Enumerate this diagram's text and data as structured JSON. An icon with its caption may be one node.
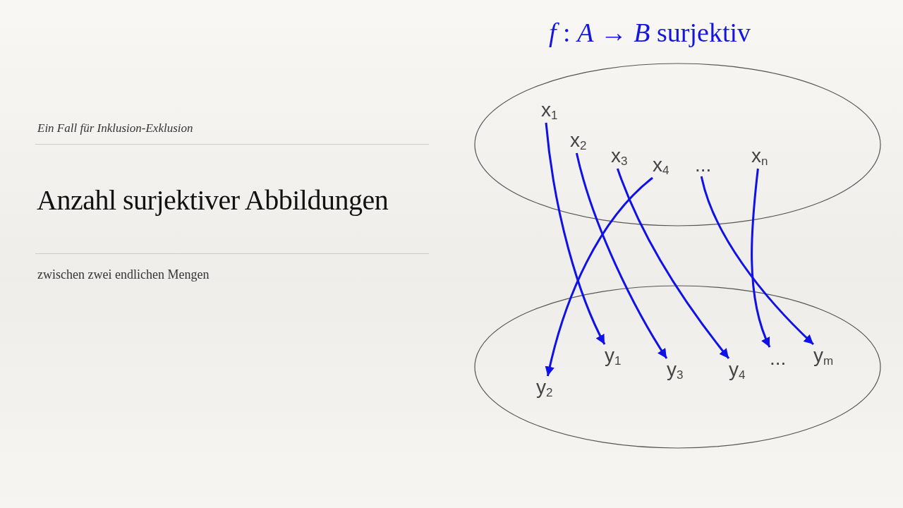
{
  "diagram": {
    "title": "Anzahl surjektiver Abbildungen",
    "nodes": [
      {
        "text": [],
        "shape": "ellipse"
      },
      {
        "text": [
          "x$_{1}$"
        ],
        "in": 0
      },
      {
        "text": [
          "x$_{2}$"
        ],
        "in": 0
      },
      {
        "text": [
          "x$_{3}$"
        ],
        "in": 0
      },
      {
        "text": [
          "x$_{4}$"
        ],
        "in": 0
      },
      {
        "text": [
          "..."
        ],
        "in": 0
      },
      {
        "text": [
          "x$_{n}$"
        ],
        "in": 0
      },
      {
        "text": [],
        "shape": "ellipse"
      },
      {
        "text": [
          "y$_{2}$"
        ],
        "in": 7
      },
      {
        "text": [
          "y$_{1}$"
        ],
        "in": 7
      },
      {
        "text": [
          "y$_{3}$"
        ],
        "in": 7
      },
      {
        "text": [
          "y$_{4}$"
        ],
        "in": 7
      },
      {
        "text": [
          "..."
        ],
        "in": 7
      },
      {
        "text": [
          "y$_{m}$"
        ],
        "in": 7
      }
    ],
    "edges": [
      {
        "from": 1,
        "to": 9,
        "arrow": "to"
      },
      {
        "from": 2,
        "to": 10,
        "arrow": "to"
      },
      {
        "from": 3,
        "to": 11,
        "arrow": "to"
      },
      {
        "from": 4,
        "to": 8,
        "arrow": "to"
      },
      {
        "from": 5,
        "to": 13,
        "arrow": "to"
      },
      {
        "from": 6,
        "to": 12,
        "arrow": "to"
      }
    ],
    "labels": [
      "*f* : *A* → *B* surjektiv",
      "Ein Fall für Inklusion-Exklusion",
      "zwischen zwei endlichen Mengen"
    ]
  }
}
